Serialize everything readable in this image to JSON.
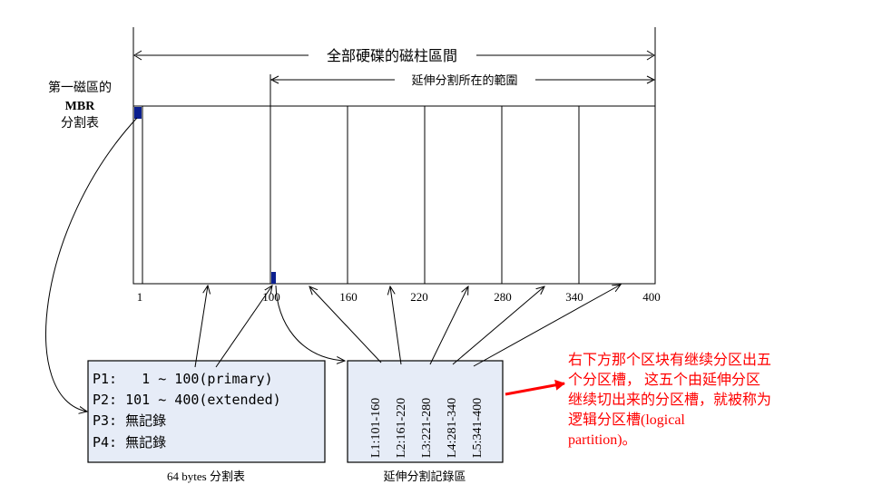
{
  "header": {
    "whole_disk_label": "全部硬碟的磁柱區間",
    "extended_range_label": "延伸分割所在的範圍"
  },
  "mbr_label": {
    "line1": "第一磁區的",
    "line2": "MBR",
    "line3": "分割表"
  },
  "ticks": [
    "1",
    "100",
    "160",
    "220",
    "280",
    "340",
    "400"
  ],
  "partition_table": {
    "rows": [
      "P1:   1 ~ 100(primary)",
      "P2: 101 ~ 400(extended)",
      "P3: 無記錄",
      "P4: 無記錄"
    ],
    "caption": "64 bytes 分割表"
  },
  "extended_table": {
    "rows": [
      "L1:101-160",
      "L2:161-220",
      "L3:221-280",
      "L4:281-340",
      "L5:341-400"
    ],
    "caption": "延伸分割記錄區"
  },
  "annotation": {
    "lines": [
      "右下方那个区块有继续分区出五",
      "个分区槽， 这五个由延伸分区",
      "继续切出来的分区槽，就被称为",
      "逻辑分区槽(logical",
      "partition)。"
    ],
    "color": "#ff0000"
  },
  "colors": {
    "line": "#000000",
    "box_fill": "#e6ecf7",
    "marker": "#0b1f8f"
  }
}
